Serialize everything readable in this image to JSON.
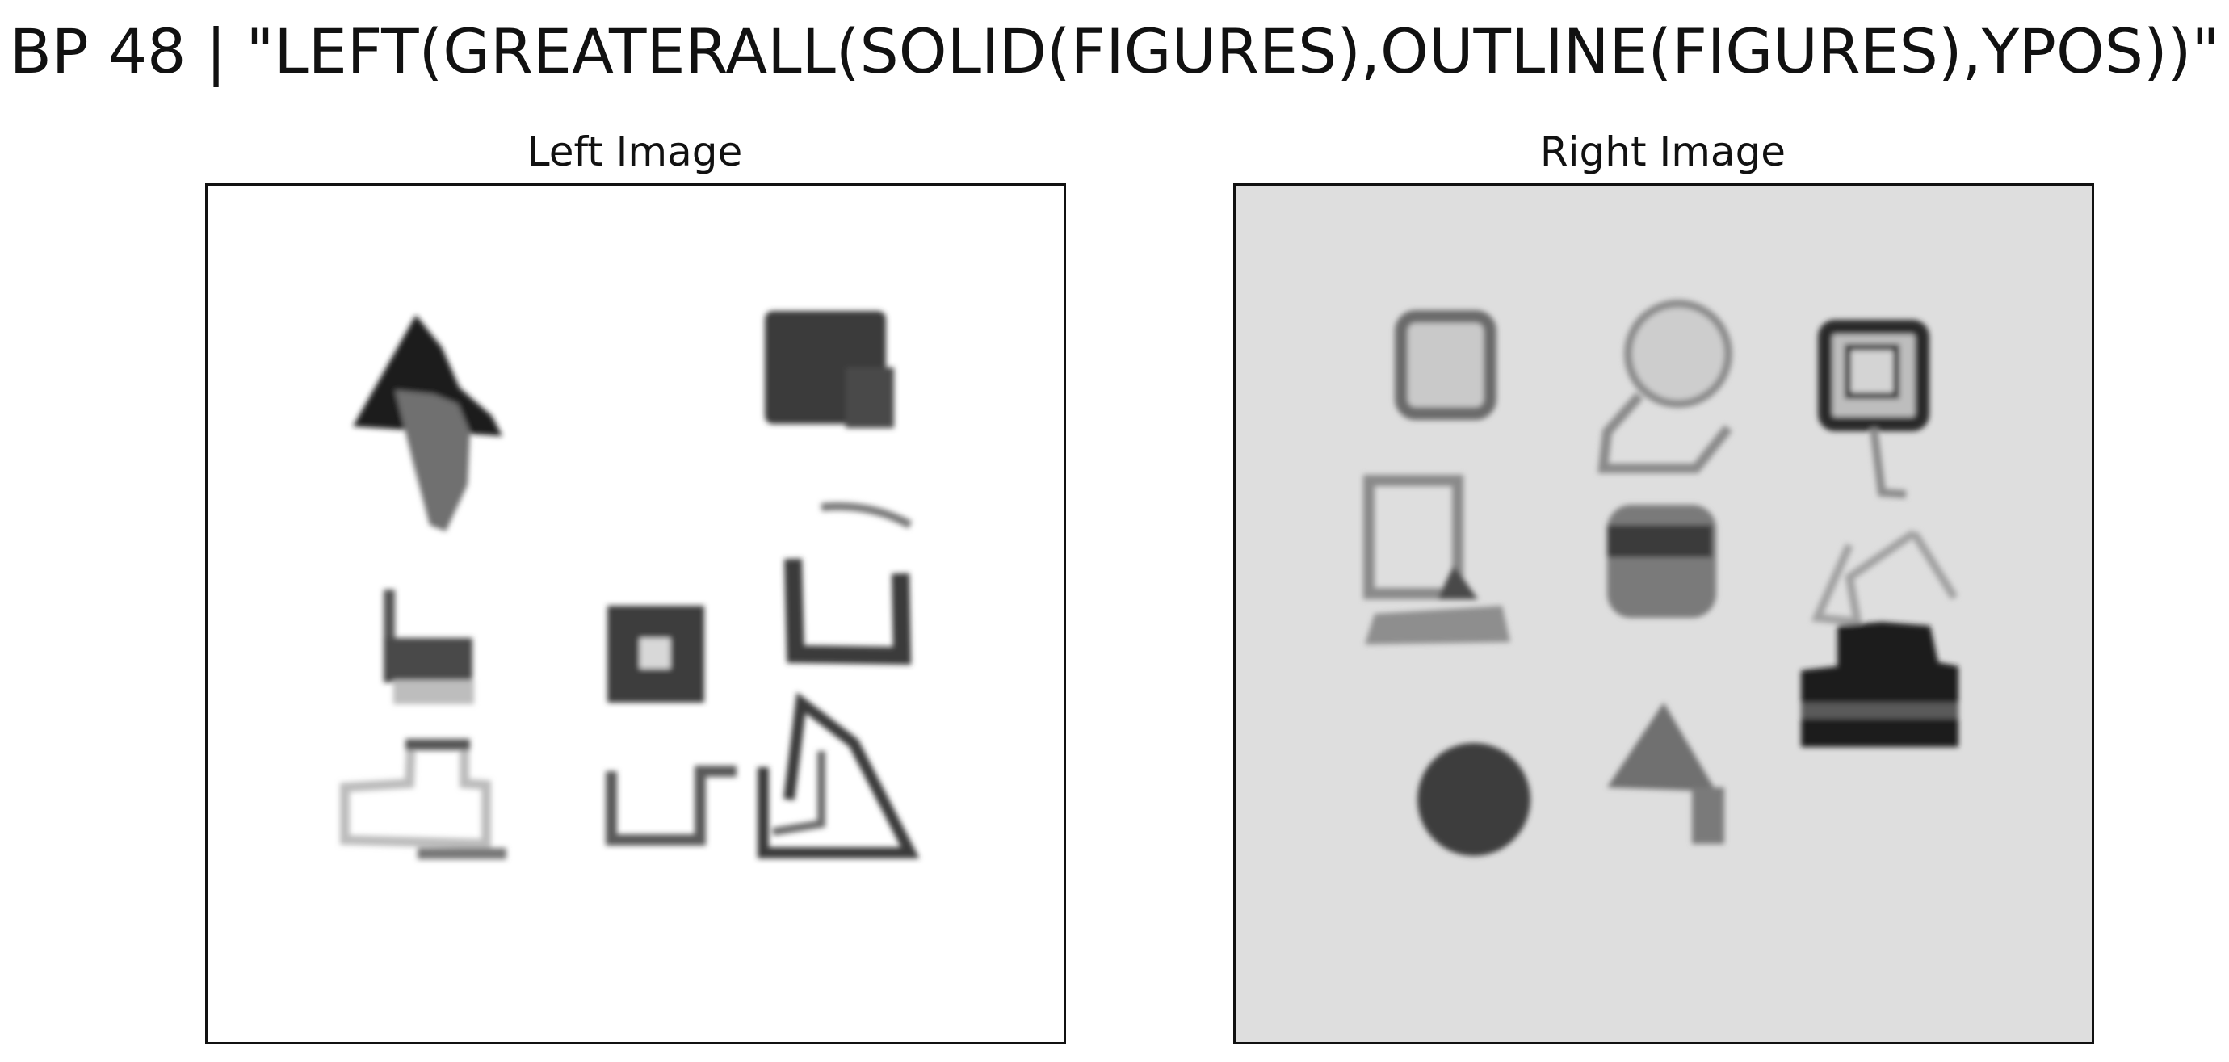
{
  "title": "BP 48 | \"LEFT(GREATERALL(SOLID(FIGURES),OUTLINE(FIGURES),YPOS))\"",
  "panels": {
    "left": {
      "title": "Left Image",
      "background": "#ffffff"
    },
    "right": {
      "title": "Right Image",
      "background": "#dedede"
    }
  },
  "colors": {
    "dark": "#1e1e1e",
    "mid": "#5a5a5a",
    "gray": "#7a7a7a",
    "light": "#a8a8a8",
    "frame": "#111111"
  }
}
